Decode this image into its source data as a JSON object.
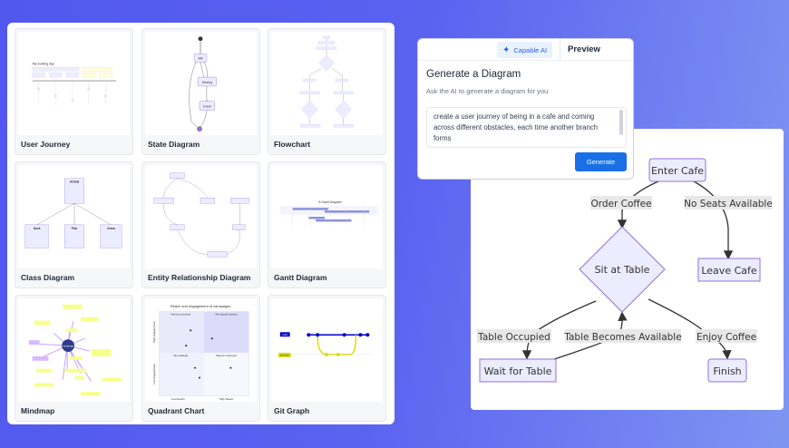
{
  "gallery": {
    "cards": [
      {
        "label": "User Journey",
        "thumb_title": "My working day"
      },
      {
        "label": "State Diagram",
        "states": [
          "Still",
          "Moving",
          "Crash"
        ]
      },
      {
        "label": "Flowchart"
      },
      {
        "label": "Class Diagram",
        "classes": [
          "Animal",
          "Duck",
          "Fish",
          "Zebra"
        ]
      },
      {
        "label": "Entity Relationship Diagram"
      },
      {
        "label": "Gantt Diagram",
        "thumb_title": "A Gantt Diagram"
      },
      {
        "label": "Mindmap",
        "root": "mindmap"
      },
      {
        "label": "Quadrant Chart",
        "thumb_title": "Reach and engagement of campaigns",
        "quadrants": [
          "Need to promote",
          "We should expand",
          "Re-evaluate",
          "May be improved"
        ],
        "x_labels": [
          "Low Reach",
          "High Reach"
        ],
        "y_labels": [
          "High Engagement",
          "Low Engagement"
        ]
      },
      {
        "label": "Git Graph",
        "branches": [
          "main",
          "develop"
        ]
      }
    ]
  },
  "popup": {
    "ai_tab": "Capable AI",
    "ai_icon": "sparkle-icon",
    "preview_tab": "Preview",
    "title": "Generate a Diagram",
    "subtitle": "Ask the AI to generate a diagram for you",
    "prompt": "create a user journey of being in a cafe and coming across different obstacles, each time another branch forms",
    "generate_label": "Generate",
    "accent": "#1a6fe6"
  },
  "diagram": {
    "nodes": {
      "enter": "Enter Cafe",
      "sit": "Sit at Table",
      "leave": "Leave Cafe",
      "wait": "Wait for Table",
      "finish": "Finish"
    },
    "edges": {
      "order": "Order Coffee",
      "noseats": "No Seats Available",
      "occupied": "Table Occupied",
      "available": "Table Becomes Available",
      "enjoy": "Enjoy Coffee"
    },
    "node_fill": "#ececff",
    "node_stroke": "#9370db"
  }
}
